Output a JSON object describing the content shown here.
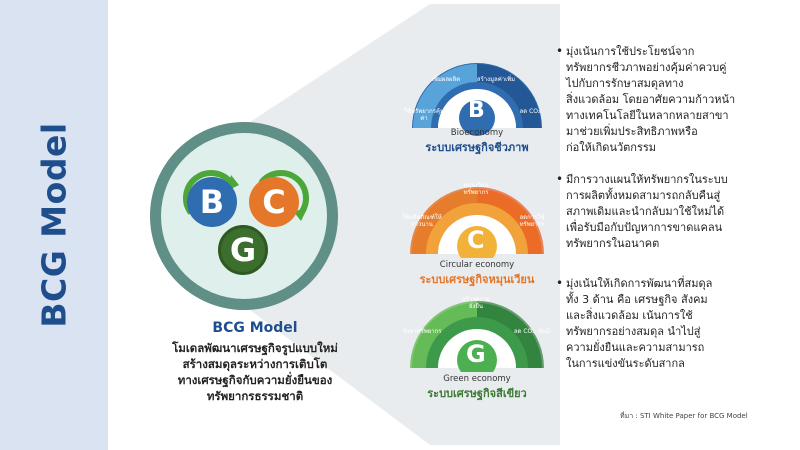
{
  "side": {
    "title": "BCG Model"
  },
  "center": {
    "letters": {
      "b": "B",
      "c": "C",
      "g": "G"
    },
    "caption_title": "BCG Model",
    "caption_lines": [
      "โมเดลพัฒนาเศรษฐกิจรูปแบบใหม่",
      "สร้างสมดุลระหว่างการเติบโต",
      "ทางเศรษฐกิจกับความยั่งยืนของ",
      "ทรัพยากรธรรมชาติ"
    ]
  },
  "panels": {
    "b": {
      "letter": "B",
      "en": "Bioeconomy",
      "th": "ระบบเศรษฐกิจชีวภาพ",
      "segments": [
        "เพิ่มผลผลิต",
        "สร้างมูลค่าเพิ่ม",
        "ใช้ทรัพยากรคุ้มค่า",
        "ลด CO₂"
      ],
      "color": "#2f6db0"
    },
    "c": {
      "letter": "C",
      "en": "Circular economy",
      "th": "ระบบเศรษฐกิจหมุนเวียน",
      "segments": [
        "หมุนเวียนทรัพยากร",
        "ใช้ผลิตภัณฑ์ให้ยาวนาน",
        "ลดการใช้ทรัพยากร"
      ],
      "color": "#e4772a"
    },
    "g": {
      "letter": "G",
      "en": "Green economy",
      "th": "ระบบเศรษฐกิจสีเขียว",
      "segments": [
        "สร้างความยั่งยืน",
        "รักษาทรัพยากร",
        "ลด CO₂, N₂O"
      ],
      "color": "#3c7a35"
    }
  },
  "bullets": [
    {
      "lines": [
        "มุ่งเน้นการใช้ประโยชน์จาก",
        "ทรัพยากรชีวภาพอย่างคุ้มค่าควบคู่",
        "ไปกับการรักษาสมดุลทาง",
        "สิ่งแวดล้อม โดยอาศัยความก้าวหน้า",
        "ทางเทคโนโลยีในหลากหลายสาขา",
        "มาช่วยเพิ่มประสิทธิภาพหรือ",
        "ก่อให้เกิดนวัตกรรม"
      ]
    },
    {
      "lines": [
        "มีการวางแผนให้ทรัพยากรในระบบ",
        "การผลิตทั้งหมดสามารถกลับคืนสู่",
        "สภาพเดิมและนำกลับมาใช้ใหม่ได้",
        "เพื่อรับมือกับปัญหาการขาดแคลน",
        "ทรัพยากรในอนาคต"
      ]
    },
    {
      "lines": [
        "มุ่งเน้นให้เกิดการพัฒนาที่สมดุล",
        "ทั้ง 3 ด้าน คือ เศรษฐกิจ สังคม",
        "และสิ่งแวดล้อม เน้นการใช้",
        "ทรัพยากรอย่างสมดุล นำไปสู่",
        "ความยั่งยืนและความสามารถ",
        "ในการแข่งขันระดับสากล"
      ]
    }
  ],
  "source": "ที่มา : STI White Paper for BCG Model",
  "colors": {
    "band": "#d9e3f2",
    "title_blue": "#1f4e8c",
    "beam": "#e7eaec",
    "circle_ring": "#5f8f86",
    "circle_fill": "#dff0ec"
  }
}
